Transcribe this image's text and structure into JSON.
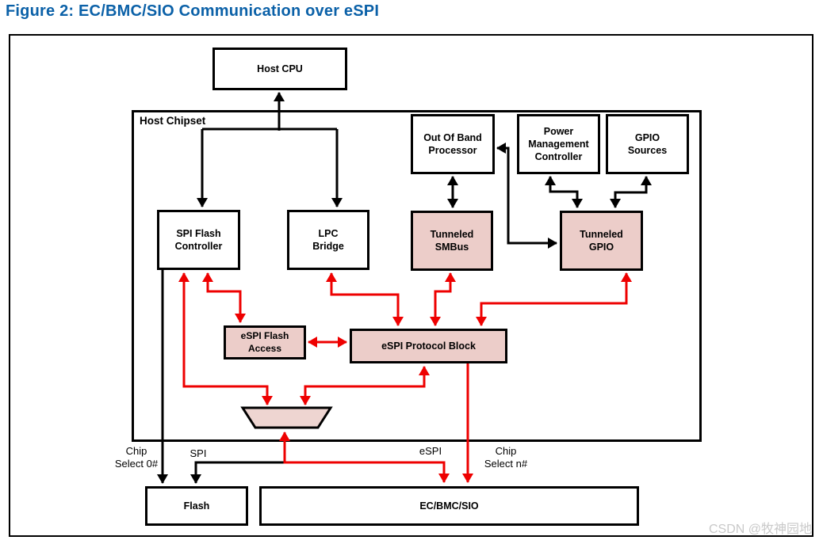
{
  "title": "Figure 2: EC/BMC/SIO Communication over eSPI",
  "chipset_label": "Host Chipset",
  "watermark": "CSDN @牧神园地",
  "nodes": {
    "host_cpu": "Host CPU",
    "out_of_band_processor": "Out Of Band\nProcessor",
    "power_management_controller": "Power\nManagement\nController",
    "gpio_sources": "GPIO\nSources",
    "spi_flash_controller": "SPI Flash\nController",
    "lpc_bridge": "LPC\nBridge",
    "tunneled_smbus": "Tunneled\nSMBus",
    "tunneled_gpio": "Tunneled\nGPIO",
    "espi_flash_access": "eSPI Flash\nAccess",
    "espi_protocol_block": "eSPI Protocol Block",
    "flash": "Flash",
    "ec_bmc_sio": "EC/BMC/SIO"
  },
  "wire_labels": {
    "chip_select_0": "Chip\nSelect 0#",
    "spi": "SPI",
    "espi": "eSPI",
    "chip_select_n": "Chip\nSelect n#"
  },
  "colors": {
    "title_blue": "#0b61a8",
    "signal_red": "#ee0000",
    "line_black": "#000000",
    "box_pink": "#eccdc9",
    "mux_pink": "#eed5d1",
    "watermark_gray": "#c9c9c9"
  }
}
